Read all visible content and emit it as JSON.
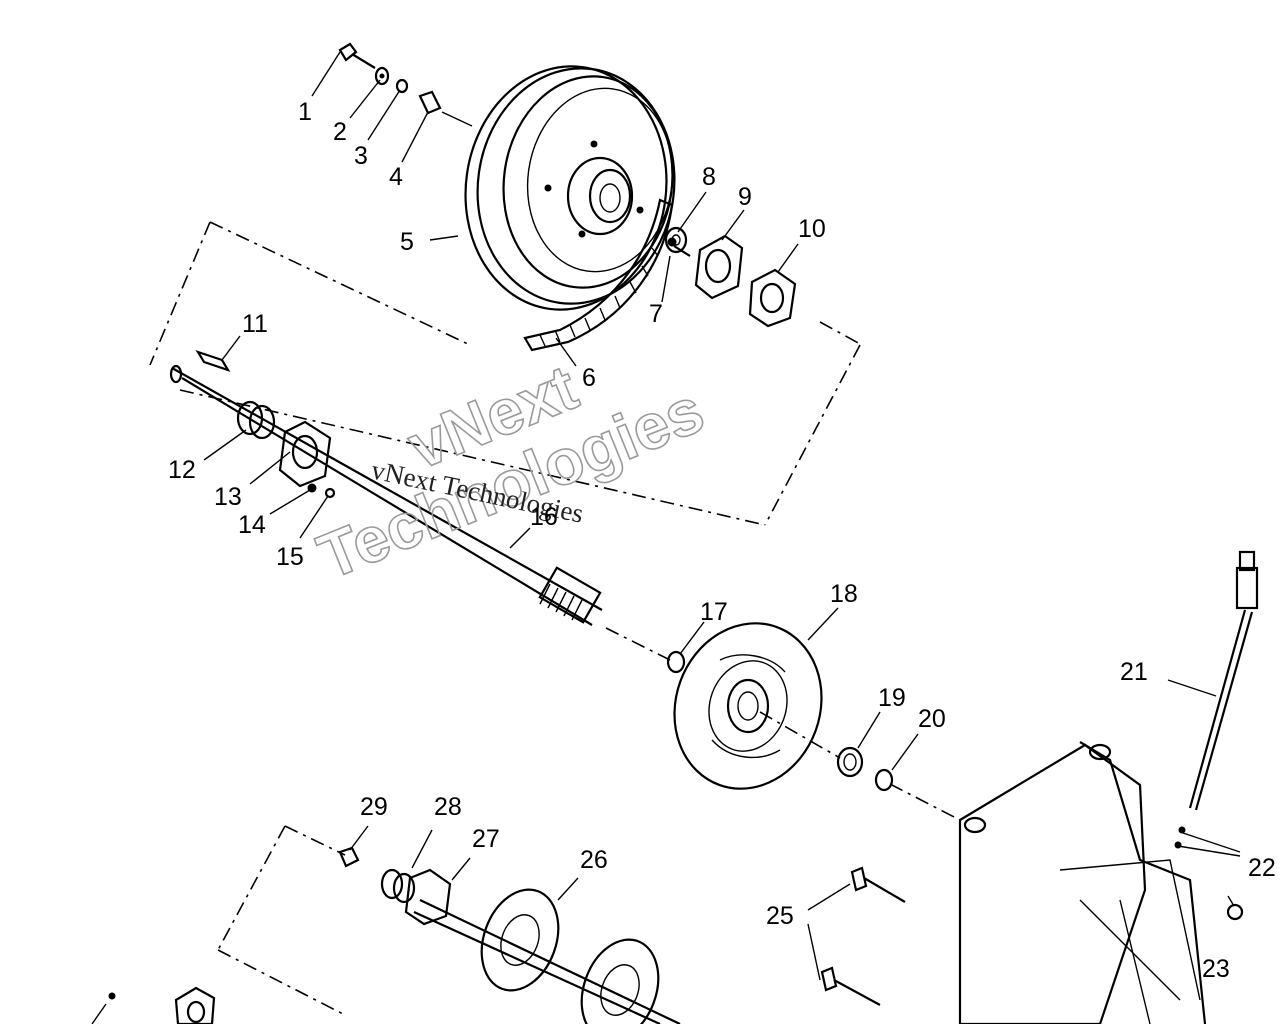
{
  "callouts": [
    "1",
    "2",
    "3",
    "4",
    "5",
    "6",
    "7",
    "8",
    "9",
    "10",
    "11",
    "12",
    "13",
    "14",
    "15",
    "16",
    "17",
    "18",
    "19",
    "20",
    "21",
    "22",
    "23",
    "25",
    "26",
    "27",
    "28",
    "29"
  ],
  "watermark": {
    "line1": "vNext",
    "line2": "Technologies",
    "caption": "vNext Technologies"
  }
}
